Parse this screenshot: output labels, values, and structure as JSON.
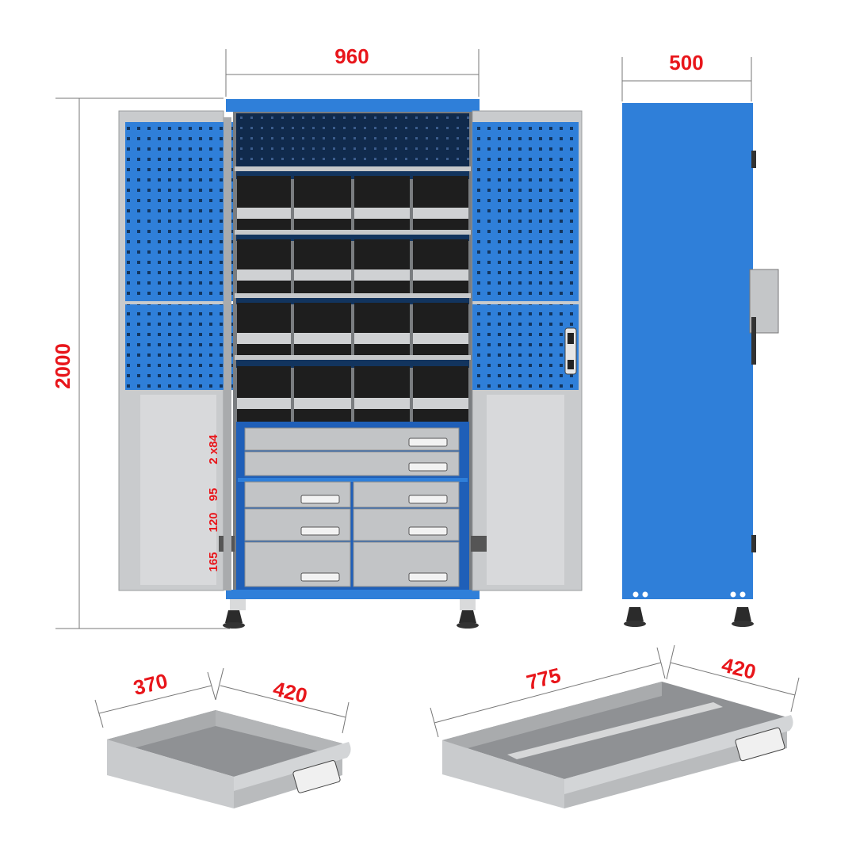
{
  "dimensions": {
    "cabinet_width": "960",
    "cabinet_depth": "500",
    "cabinet_height": "2000",
    "drawer_top": "2 x84",
    "drawer_95": "95",
    "drawer_120": "120",
    "drawer_165": "165",
    "small_drawer_width": "370",
    "small_drawer_depth": "420",
    "large_drawer_width": "775",
    "large_drawer_depth": "420"
  },
  "colors": {
    "blue": "#2f7fd9",
    "blue_dark": "#1f5fb8",
    "steel": "#bfc1c4",
    "steel_light": "#d4d6d8",
    "bin": "#1e1e1e",
    "dim_text": "#e8161b"
  }
}
